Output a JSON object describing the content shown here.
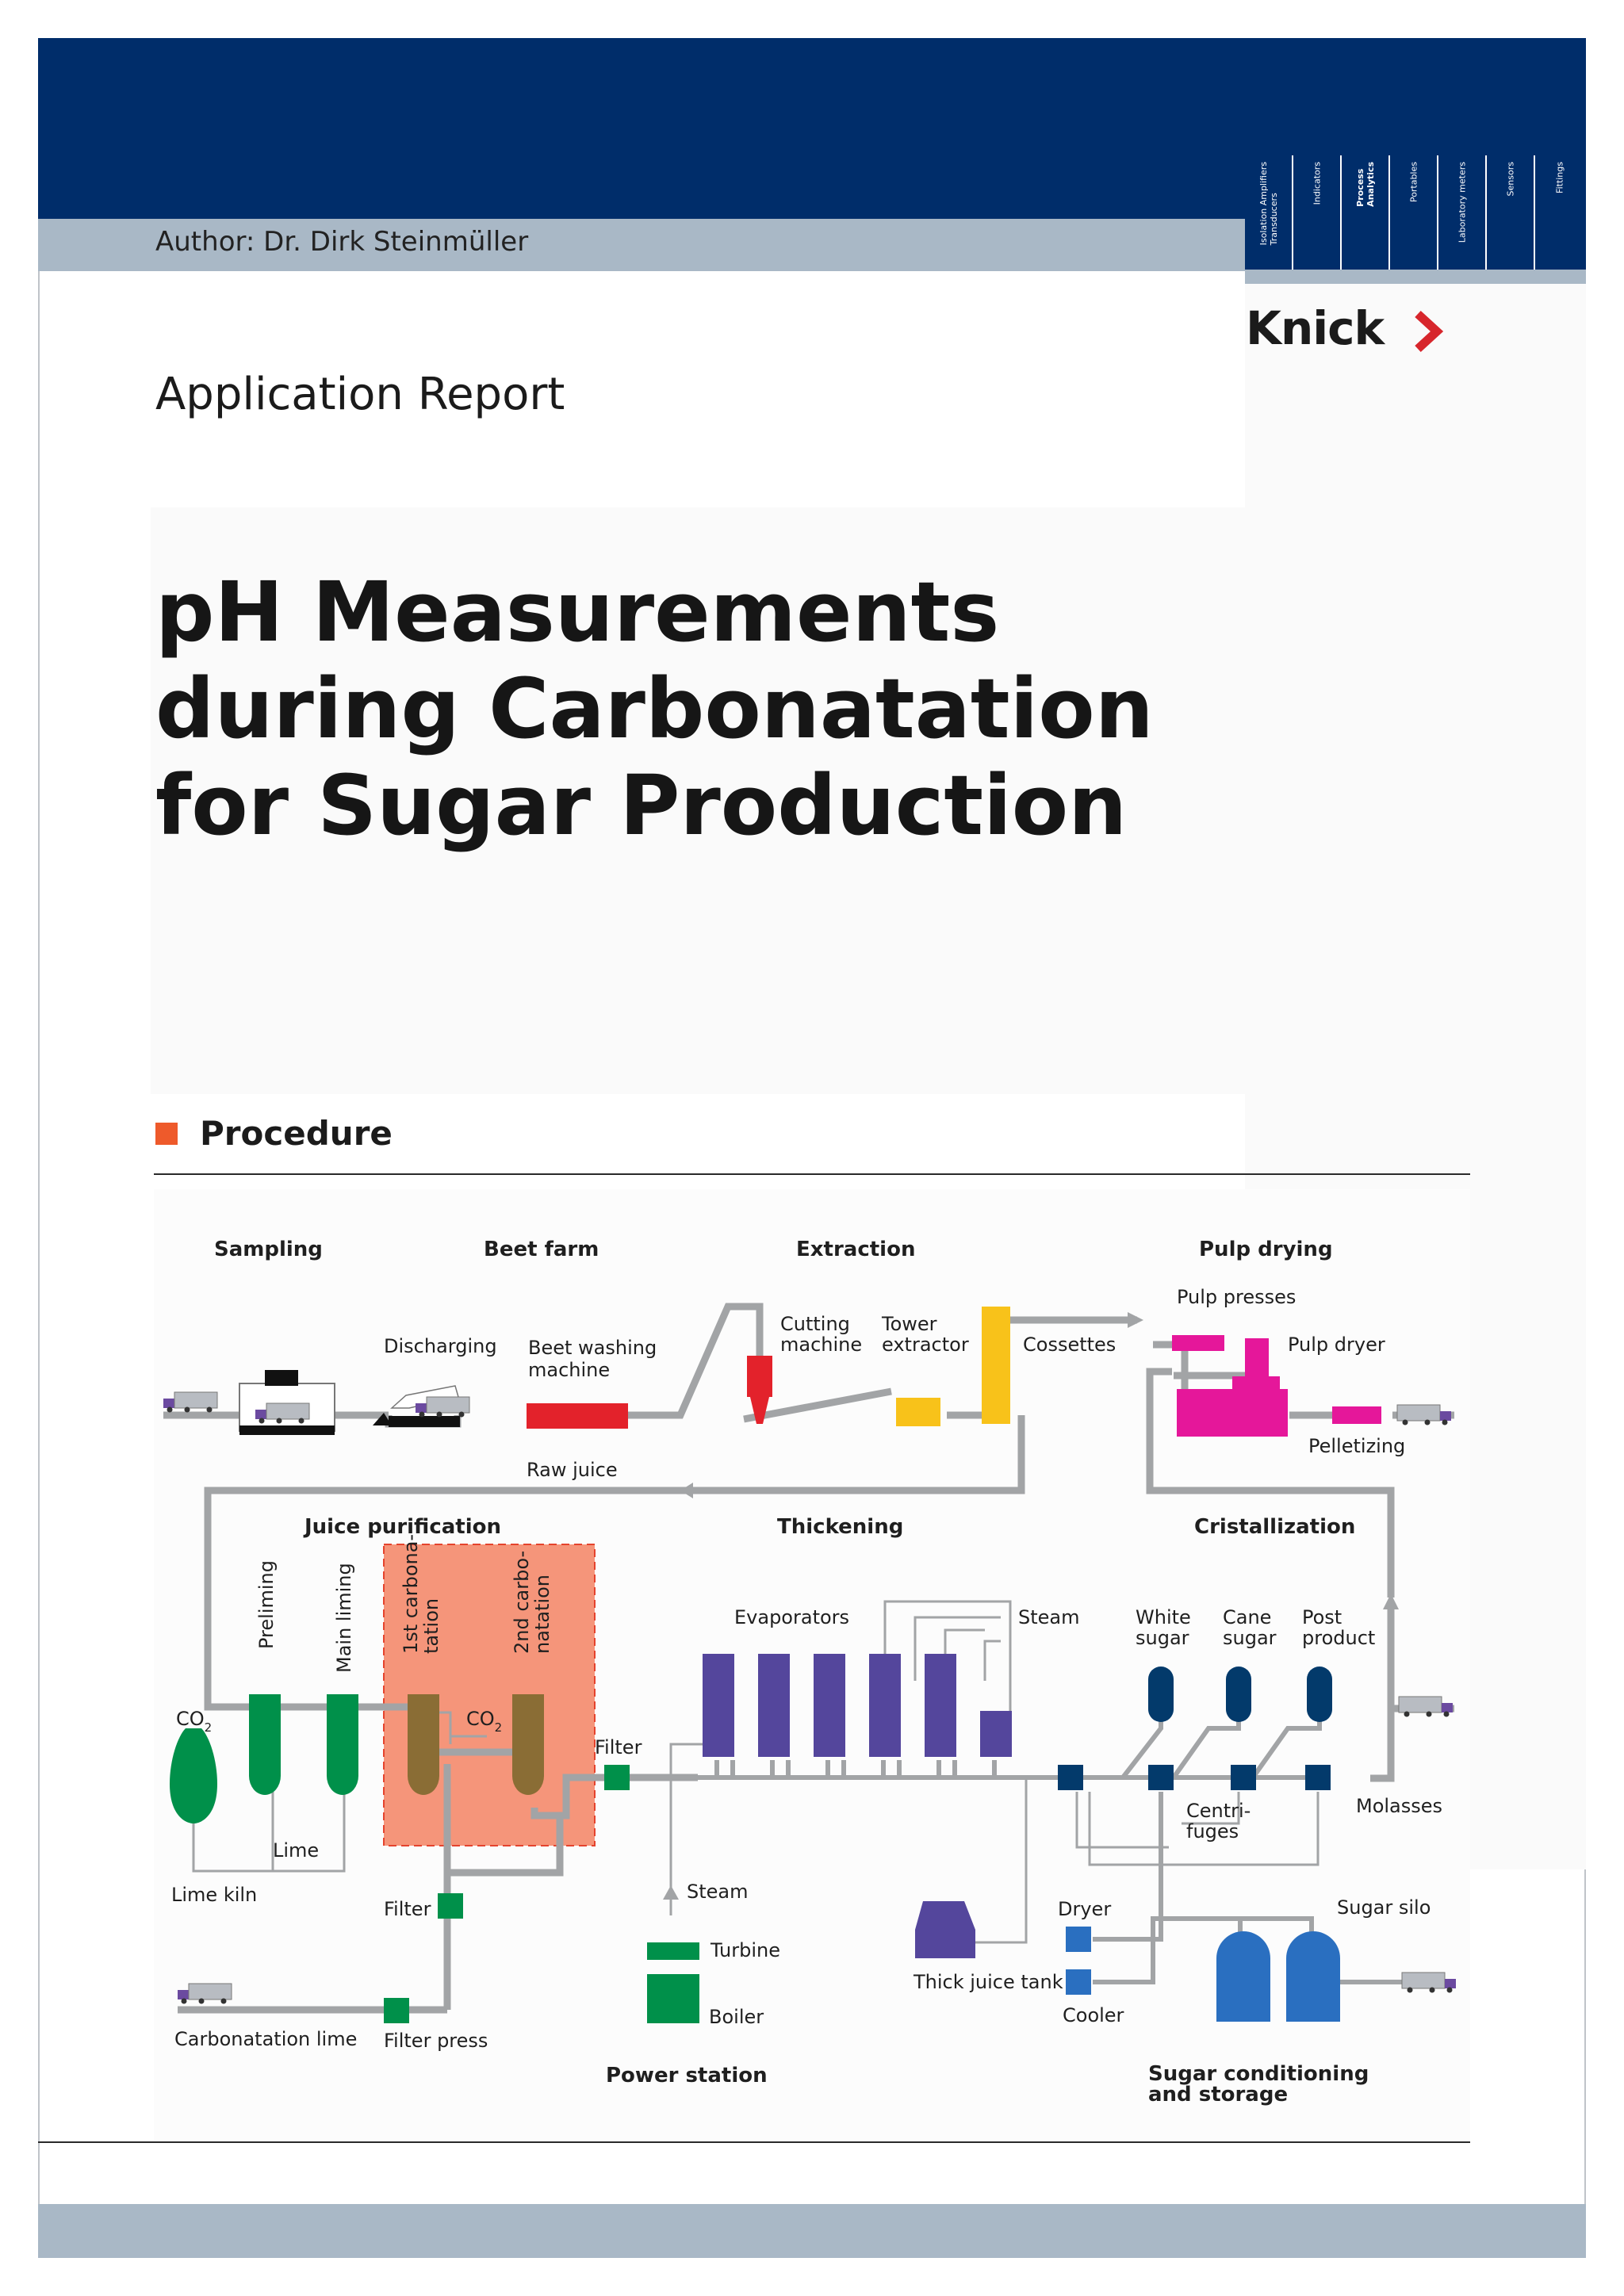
{
  "header": {
    "author": "Author: Dr. Dirk Steinmüller",
    "tabs": [
      {
        "label": "Isolation Amplifiers\nTransducers",
        "active": false
      },
      {
        "label": "Indicators",
        "active": false
      },
      {
        "label": "Process\nAnalytics",
        "active": true
      },
      {
        "label": "Portables",
        "active": false
      },
      {
        "label": "Laboratory meters",
        "active": false
      },
      {
        "label": "Sensors",
        "active": false
      },
      {
        "label": "Fittings",
        "active": false
      }
    ],
    "logo": "Knick",
    "logo_arrow": "chevron-right-icon"
  },
  "report_type": "Application Report",
  "title_lines": [
    "pH Measurements",
    "during Carbonatation",
    "for Sugar Production"
  ],
  "section_heading": "Procedure",
  "colors": {
    "header_blue": "#002d6a",
    "band_grey": "#a9b8c6",
    "accent_orange": "#ee5a2b",
    "logo_red": "#d7262c"
  },
  "diagram": {
    "sections": {
      "sampling": "Sampling",
      "beet_farm": "Beet farm",
      "extraction": "Extraction",
      "pulp_drying": "Pulp drying",
      "juice_purification": "Juice purification",
      "thickening": "Thickening",
      "cristallization": "Cristallization",
      "power_station": "Power station",
      "sugar_conditioning": [
        "Sugar conditioning",
        "and storage"
      ]
    },
    "labels": {
      "discharging": "Discharging",
      "beet_washing": [
        "Beet washing",
        "machine"
      ],
      "cutting": [
        "Cutting",
        "machine"
      ],
      "tower": [
        "Tower",
        "extractor"
      ],
      "cossettes": "Cossettes",
      "pulp_presses": "Pulp presses",
      "pulp_dryer": "Pulp dryer",
      "pelletizing": "Pelletizing",
      "raw_juice": "Raw juice",
      "preliming": "Preliming",
      "main_liming": "Main liming",
      "first_carb": [
        "1st carbona-",
        "tation"
      ],
      "second_carb": [
        "2nd carbo-",
        "natation"
      ],
      "co2": "CO",
      "co2_sub": "2",
      "lime": "Lime",
      "lime_kiln": "Lime kiln",
      "filter": "Filter",
      "carbonatation_lime": "Carbonatation lime",
      "filter_press": "Filter press",
      "evaporators": "Evaporators",
      "steam": "Steam",
      "turbine": "Turbine",
      "boiler": "Boiler",
      "thick_juice_tank": "Thick juice tank",
      "white_sugar": [
        "White",
        "sugar"
      ],
      "cane_sugar": [
        "Cane",
        "sugar"
      ],
      "post_product": [
        "Post",
        "product"
      ],
      "centrifuges": [
        "Centri-",
        "fuges"
      ],
      "molasses": "Molasses",
      "dryer": "Dryer",
      "cooler": "Cooler",
      "sugar_silo": "Sugar silo"
    }
  }
}
